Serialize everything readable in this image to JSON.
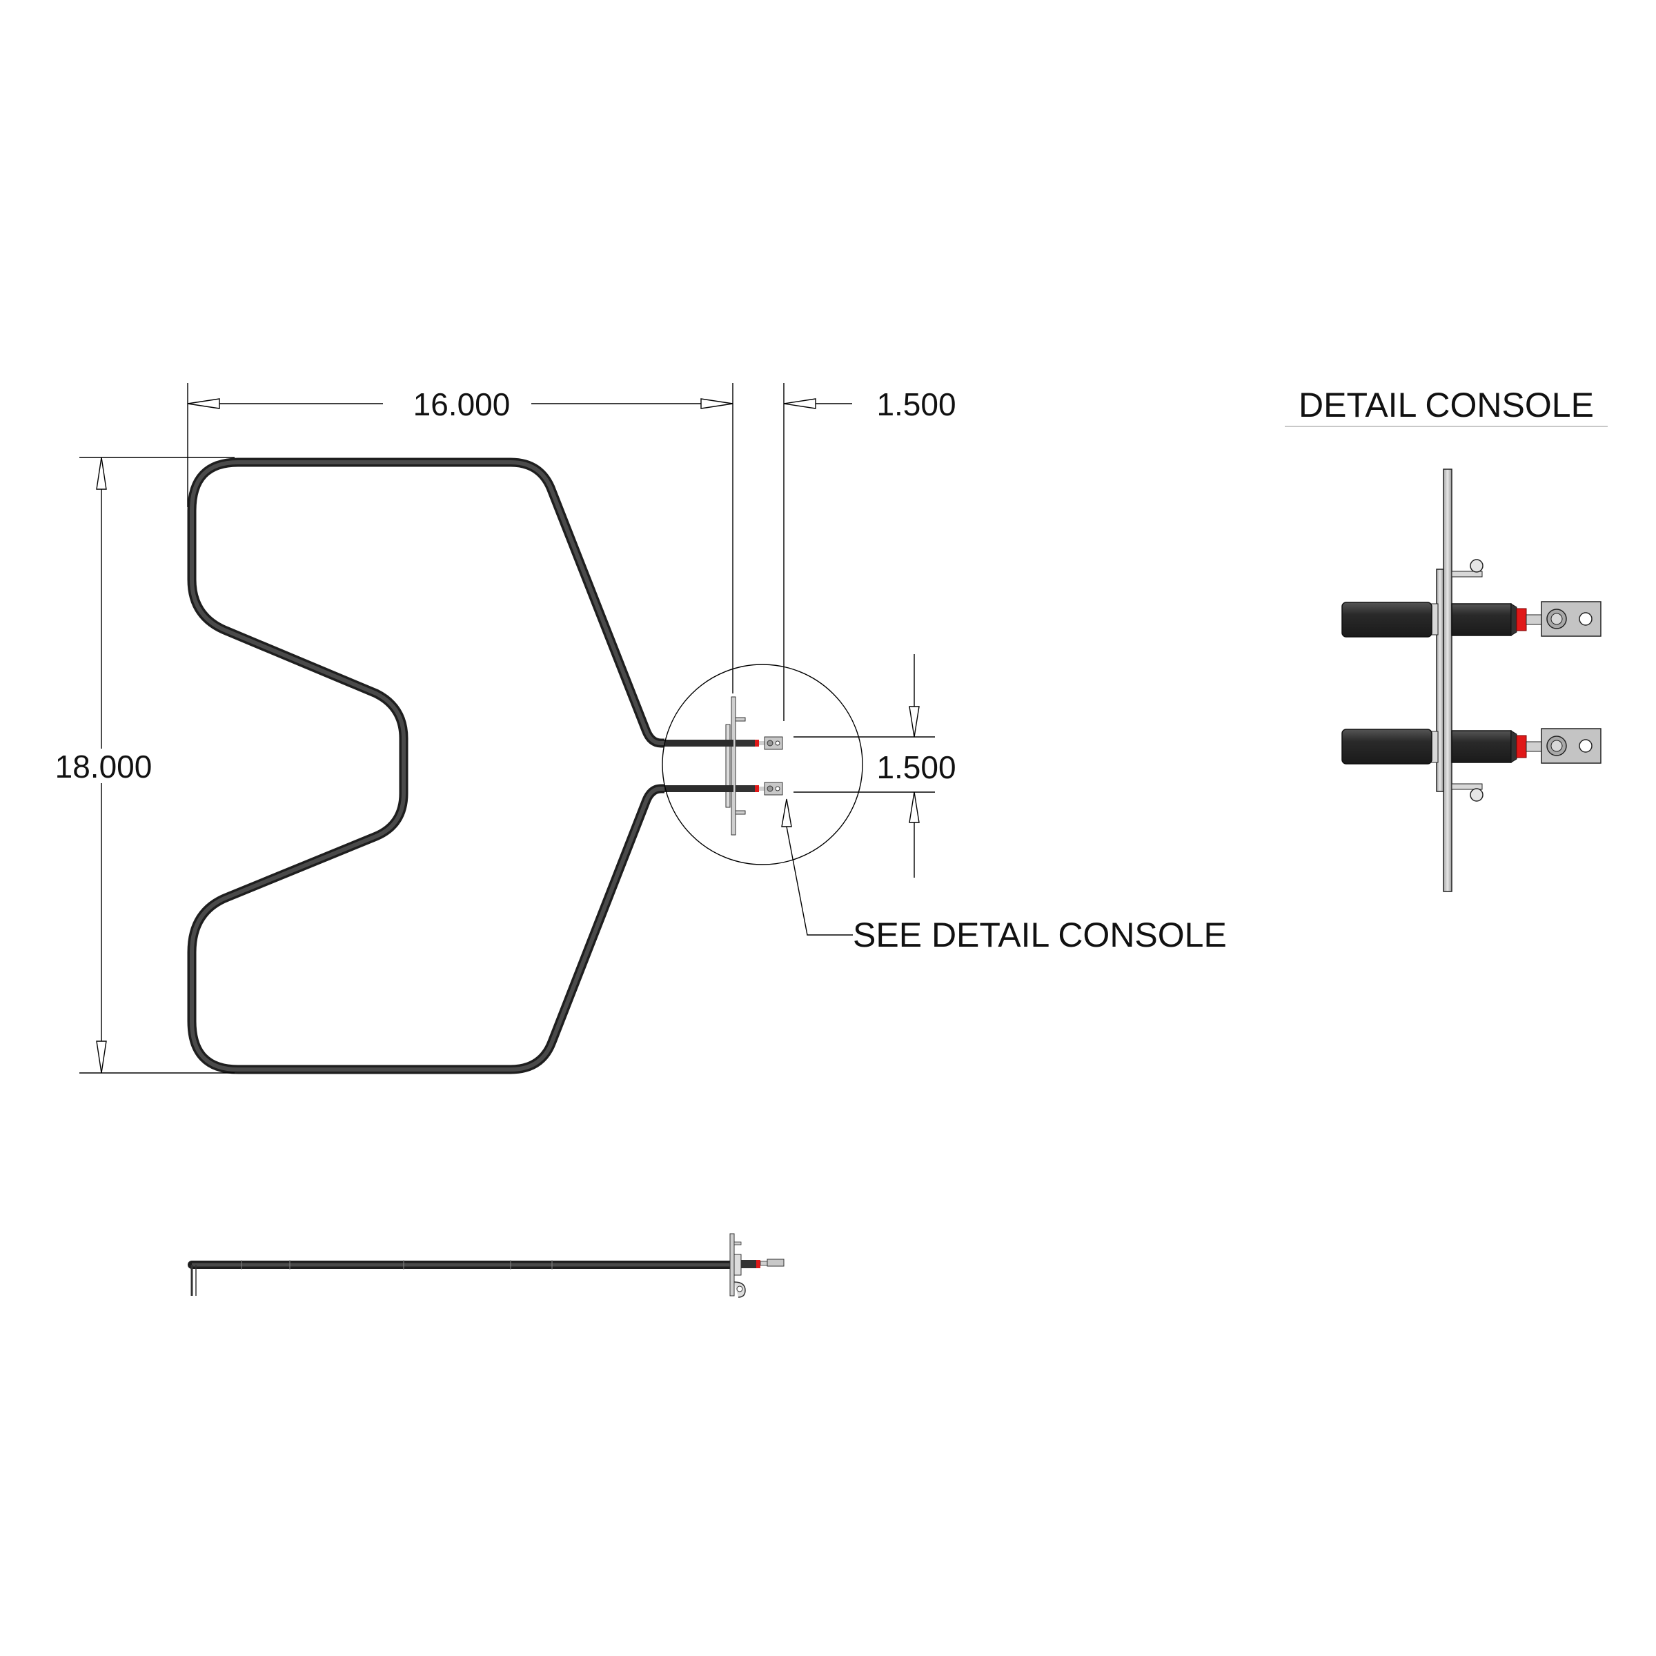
{
  "drawing": {
    "dimensions": {
      "width": "16.000",
      "terminal_offset": "1.500",
      "height": "18.000",
      "terminal_spacing": "1.500"
    },
    "callout": "SEE DETAIL CONSOLE",
    "detail_title": "DETAIL CONSOLE",
    "colors": {
      "element": "#3a3a3a",
      "insulator": "#e01818",
      "bracket": "#c8c8c8",
      "terminal": "#bdbdbd",
      "line": "#000000"
    }
  }
}
